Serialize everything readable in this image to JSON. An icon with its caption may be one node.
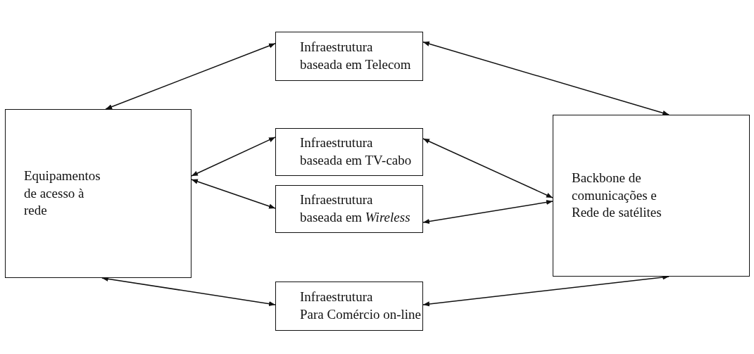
{
  "diagram": {
    "nodes": [
      {
        "text": [
          "Equipamentos de acesso à rede"
        ]
      },
      {
        "text": [
          "Infraestrutura",
          "baseada em Telecom"
        ]
      },
      {
        "text": [
          "Infraestrutura",
          "baseada em TV-cabo"
        ]
      },
      {
        "text": [
          "Infraestrutura",
          "baseada em *Wireless*"
        ]
      },
      {
        "text": [
          "Infraestrutura",
          "Para Comércio on-line"
        ]
      },
      {
        "text": [
          "Backbone de comunicações e Rede de satélites"
        ]
      }
    ],
    "edges": [
      {
        "from": 0,
        "to": 1,
        "arrow": "both"
      },
      {
        "from": 0,
        "to": 2,
        "arrow": "both"
      },
      {
        "from": 0,
        "to": 3,
        "arrow": "both"
      },
      {
        "from": 0,
        "to": 4,
        "arrow": "both"
      },
      {
        "from": 1,
        "to": 5,
        "arrow": "both"
      },
      {
        "from": 2,
        "to": 5,
        "arrow": "both"
      },
      {
        "from": 3,
        "to": 5,
        "arrow": "both"
      },
      {
        "from": 4,
        "to": 5,
        "arrow": "both"
      }
    ]
  }
}
